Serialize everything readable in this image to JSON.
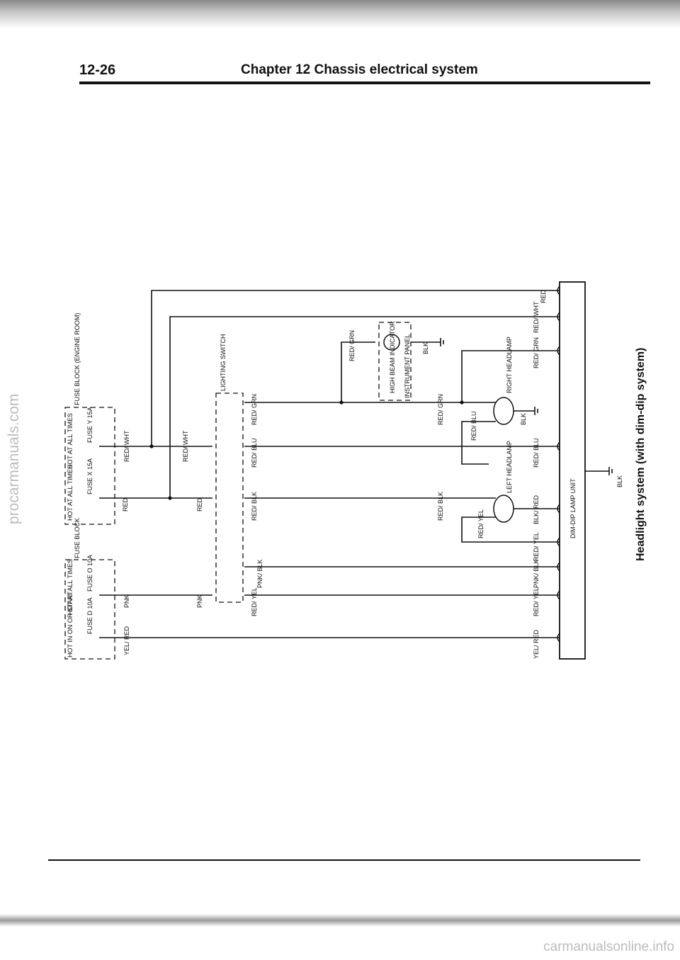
{
  "header": {
    "page_number": "12-26",
    "chapter_title": "Chapter 12  Chassis electrical system"
  },
  "caption": "Headlight system (with dim-dip system)",
  "watermarks": {
    "side": "procarmanuals.com",
    "bottom": "carmanualsonline.info"
  },
  "diagram": {
    "supplies": {
      "hot_start": "HOT IN ON OR START",
      "hot_all_1": "HOT AT ALL TIMES",
      "hot_all_2": "HOT AT ALL TIMES",
      "hot_all_3": "HOT AT ALL TIMES"
    },
    "fuse_blocks": {
      "block_lower": "FUSE BLOCK",
      "block_upper": "FUSE BLOCK (ENGINE ROOM)"
    },
    "fuses": {
      "fuse_d": "FUSE D 10A",
      "fuse_o": "FUSE O 10A",
      "fuse_x": "FUSE X 15A",
      "fuse_y": "FUSE Y 15A"
    },
    "components": {
      "lighting_switch": "LIGHTING SWITCH",
      "high_beam": "HIGH BEAM INDICATOR",
      "instrument_panel": "INSTRUMENT PANEL",
      "right_headlamp": "RIGHT HEADLAMP",
      "left_headlamp": "LEFT HEADLAMP",
      "dim_dip_unit": "DIM-DIP LAMP UNIT"
    },
    "wire_colors": {
      "red": "RED",
      "red_wht": "RED/ WHT",
      "red_grn": "RED/ GRN",
      "red_blu": "RED/ BLU",
      "red_blk": "RED/ BLK",
      "red_yel": "RED/ YEL",
      "pnk": "PNK",
      "pnk_blk": "PNK/ BLK",
      "yel_red": "YEL/ RED",
      "blk": "BLK",
      "blk_red": "BLK/ RED"
    }
  }
}
